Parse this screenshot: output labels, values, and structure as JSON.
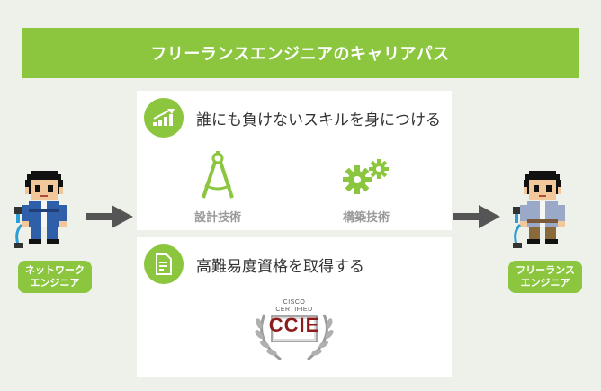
{
  "banner": {
    "title": "フリーランスエンジニアのキャリアパス"
  },
  "panel_skills": {
    "title": "誰にも負けないスキルを身につける",
    "items": [
      {
        "label": "設計技術",
        "icon": "compass-icon"
      },
      {
        "label": "構築技術",
        "icon": "gears-icon"
      }
    ]
  },
  "panel_cert": {
    "title": "高難易度資格を取得する",
    "badge": {
      "line1": "CISCO",
      "line2": "CERTIFIED",
      "name": "CCIE"
    }
  },
  "left_person": {
    "line1": "ネットワーク",
    "line2": "エンジニア"
  },
  "right_person": {
    "line1": "フリーランス",
    "line2": "エンジニア"
  },
  "colors": {
    "accent": "#8cc63f",
    "background": "#eef1ea",
    "arrow": "#555555"
  }
}
